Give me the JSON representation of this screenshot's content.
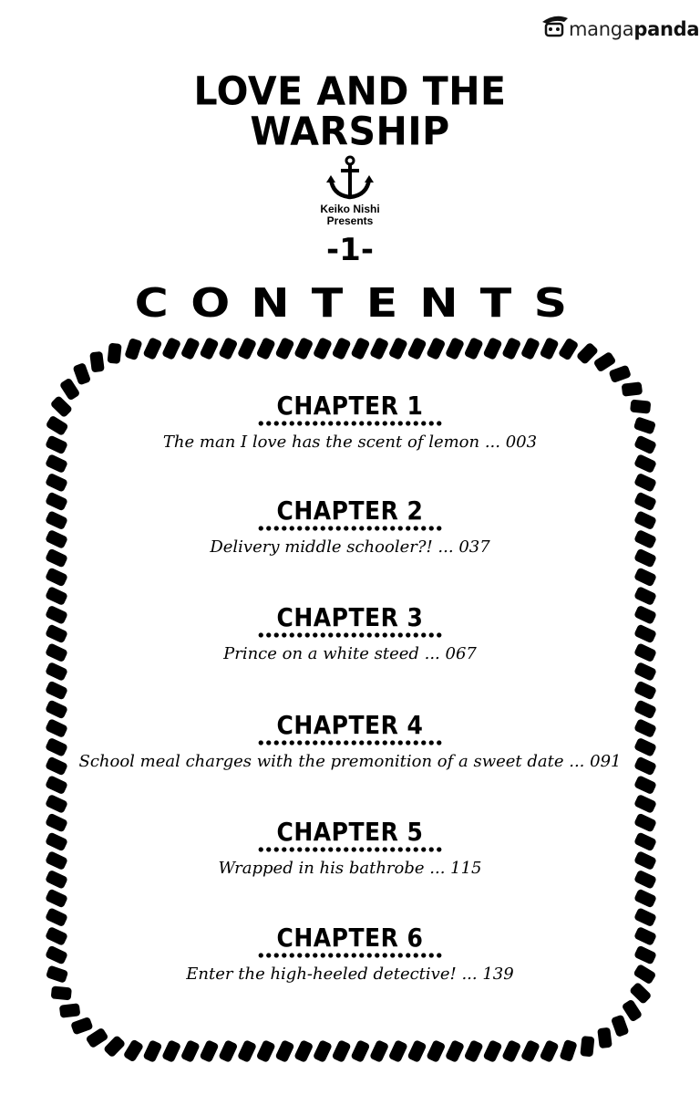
{
  "watermark": {
    "part1": "manga",
    "part2": "panda",
    "icon": "mangapanda-logo-icon"
  },
  "title": {
    "line1": "LOVE AND THE",
    "line2": "WARSHIP"
  },
  "author": {
    "line1": "Keiko Nishi",
    "line2": "Presents",
    "icon": "anchor-icon"
  },
  "volume": "-1-",
  "contents_letters": [
    "C",
    "O",
    "N",
    "T",
    "E",
    "N",
    "T",
    "S"
  ],
  "chapters": [
    {
      "heading": "CHAPTER 1",
      "title": "The man I love has the scent of lemon ... 003"
    },
    {
      "heading": "CHAPTER 2",
      "title": "Delivery middle schooler?! ... 037"
    },
    {
      "heading": "CHAPTER 3",
      "title": "Prince on a white steed ... 067"
    },
    {
      "heading": "CHAPTER 4",
      "title": "School meal charges with the premonition of a sweet date ... 091"
    },
    {
      "heading": "CHAPTER 5",
      "title": "Wrapped in his bathrobe ... 115"
    },
    {
      "heading": "CHAPTER 6",
      "title": "Enter the high-heeled detective! ... 139"
    }
  ]
}
